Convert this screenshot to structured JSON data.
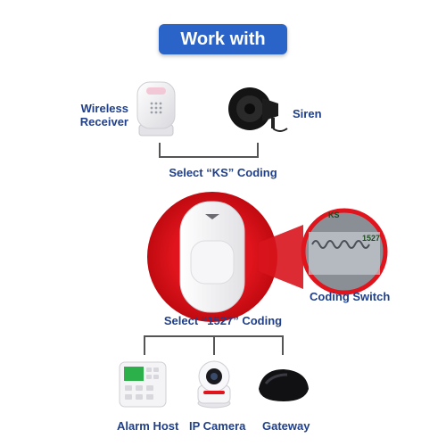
{
  "header": {
    "title": "Work with"
  },
  "top_devices": {
    "receiver_label_line1": "Wireless",
    "receiver_label_line2": "Receiver",
    "siren_label": "Siren",
    "caption": "Select “KS” Coding"
  },
  "center": {
    "switch_label": "Coding Switch",
    "switch_marks": [
      "KS",
      "1527"
    ],
    "caption": "Select “1527” Coding"
  },
  "bottom_devices": {
    "alarm_host_label": "Alarm Host",
    "ip_camera_label": "IP Camera",
    "gateway_label": "Gateway"
  },
  "colors": {
    "badge_blue": "#2a64c8",
    "label_navy": "#1f3f8a",
    "highlight_red": "#e0141c"
  }
}
